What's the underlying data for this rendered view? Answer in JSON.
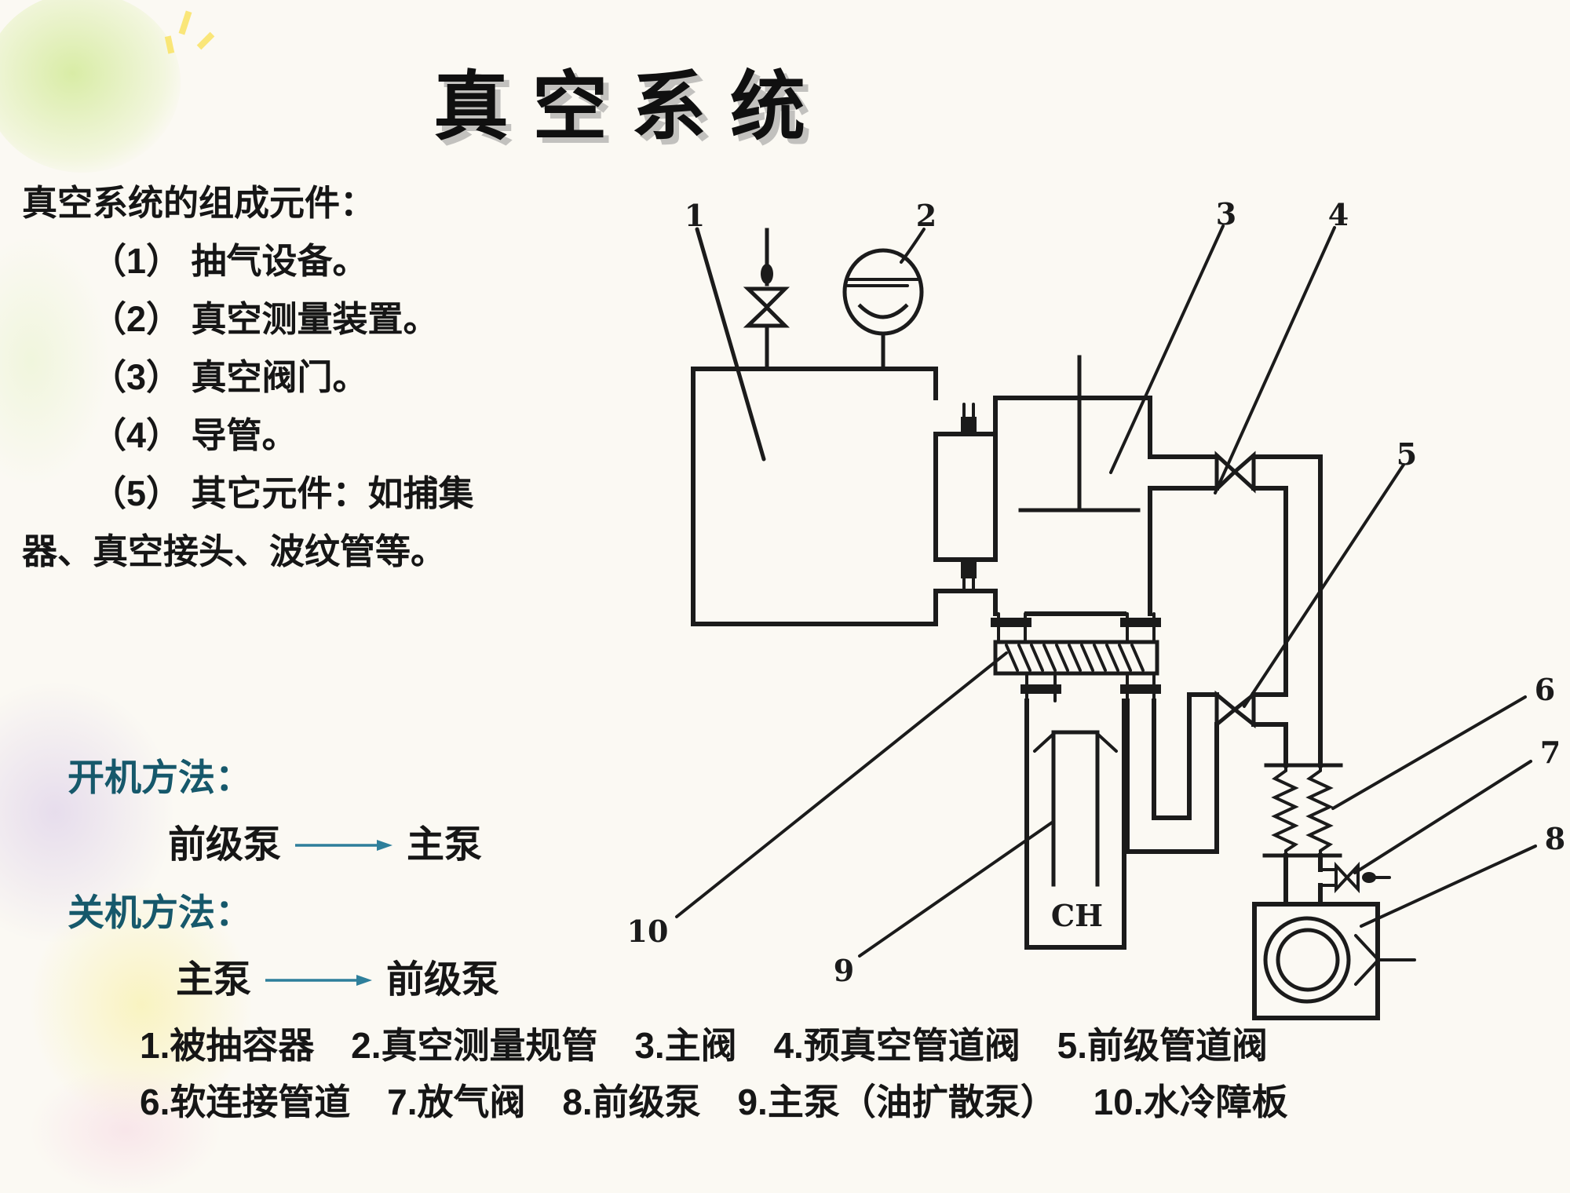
{
  "title": "真空系统",
  "components_section": {
    "heading": "真空系统的组成元件：",
    "item1": "（1） 抽气设备。",
    "item2": "（2） 真空测量装置。",
    "item3": "（3） 真空阀门。",
    "item4": "（4） 导管。",
    "item5_line1": "（5） 其它元件：如捕集",
    "item5_line2": "器、真空接头、波纹管等。"
  },
  "procedures": {
    "startup_label": "开机方法：",
    "startup_from": "前级泵",
    "startup_to": "主泵",
    "shutdown_label": "关机方法：",
    "shutdown_from": "主泵",
    "shutdown_to": "前级泵"
  },
  "legend": {
    "row1": [
      "1.被抽容器",
      "2.真空测量规管",
      "3.主阀",
      "4.预真空管道阀",
      "5.前级管道阀"
    ],
    "row2": [
      "6.软连接管道",
      "7.放气阀",
      "8.前级泵",
      "9.主泵（油扩散泵）",
      "10.水冷障板"
    ]
  },
  "diagram": {
    "labels": {
      "n1": "1",
      "n2": "2",
      "n3": "3",
      "n4": "4",
      "n5": "5",
      "n6": "6",
      "n7": "7",
      "n8": "8",
      "n9": "9",
      "n10": "10",
      "pump_text": "CH"
    }
  },
  "colors": {
    "ink": "#1b1b1b",
    "accent_teal": "#16586b",
    "arrow_blue": "#2e7f9b",
    "title_shadow": "#8a8a8a",
    "background": "#fbf9f3"
  }
}
